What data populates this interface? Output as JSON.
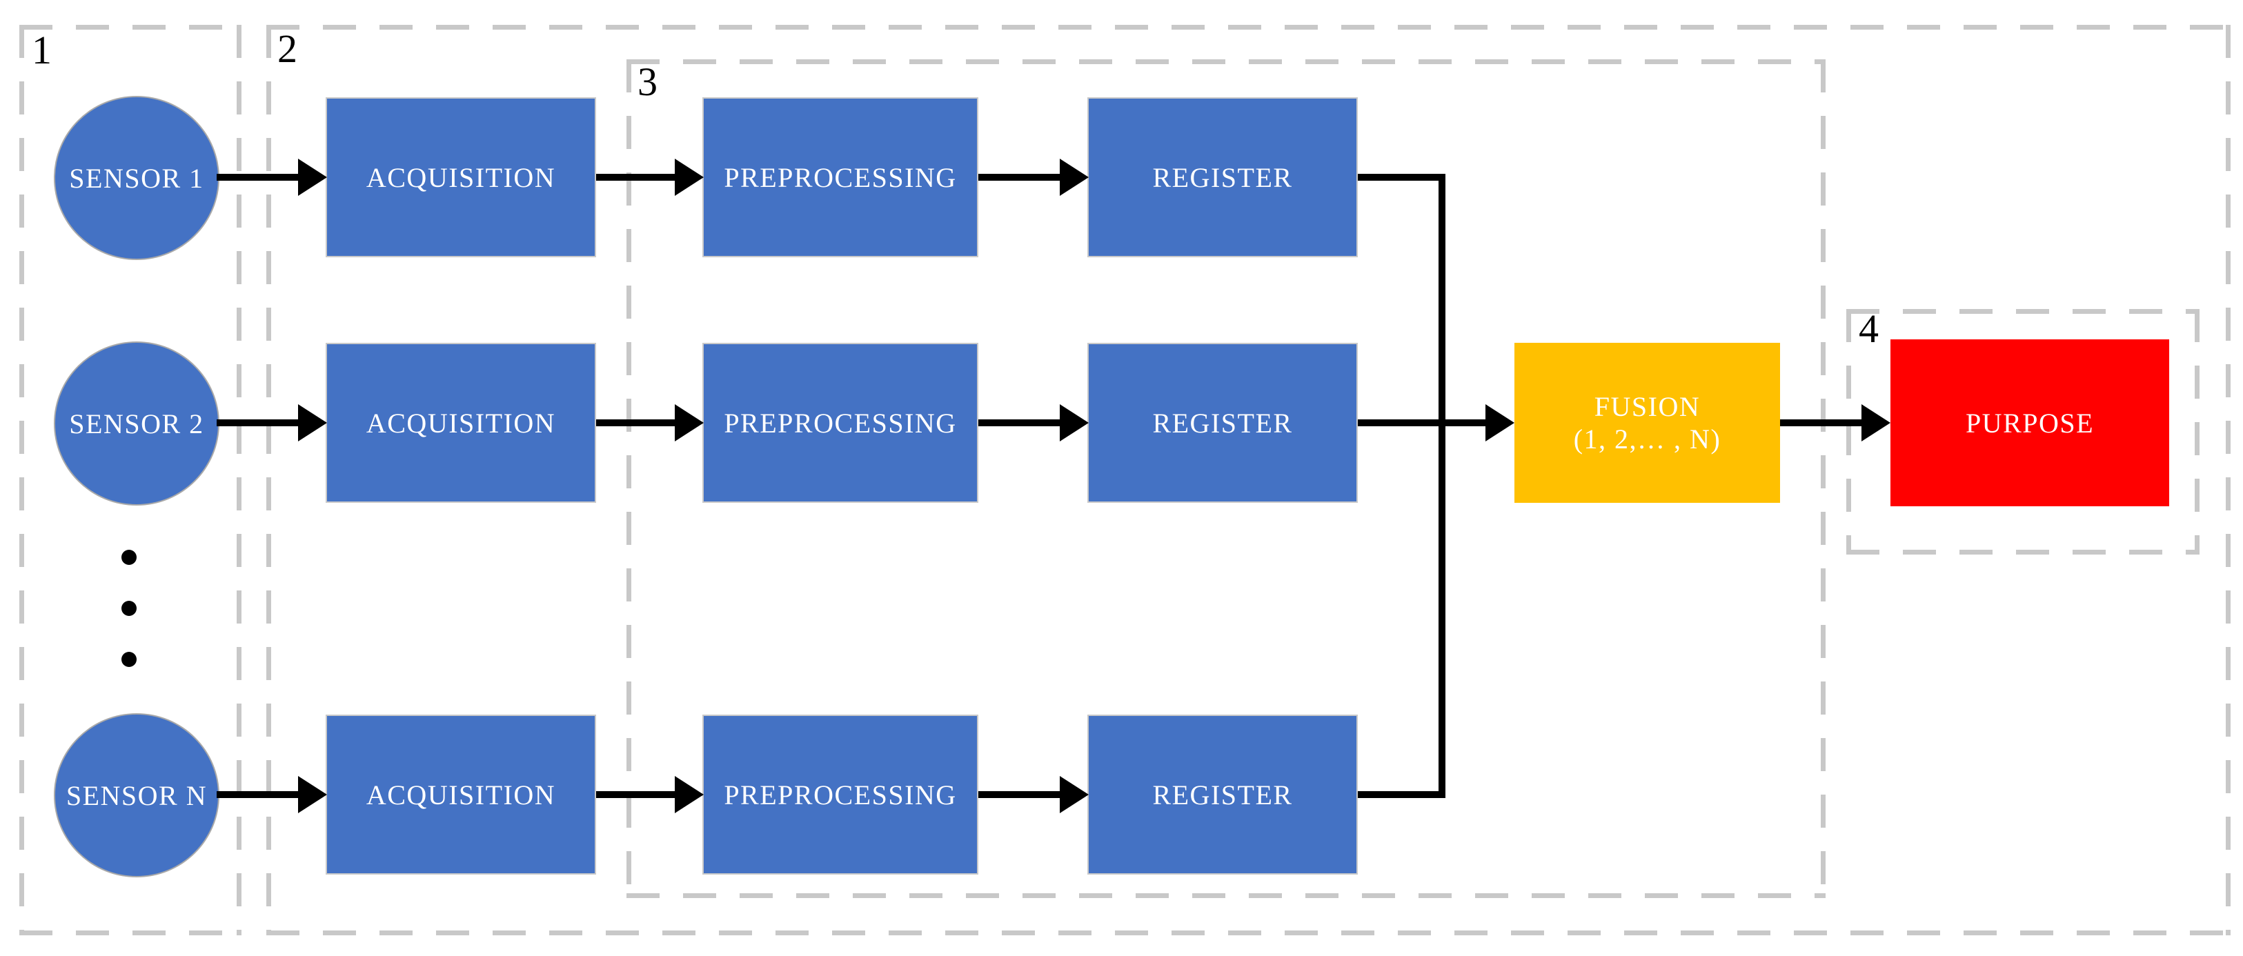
{
  "figure": {
    "regions": [
      {
        "label": "1"
      },
      {
        "label": "2"
      },
      {
        "label": "3"
      },
      {
        "label": "4"
      }
    ],
    "rows": [
      {
        "sensor": "SENSOR 1",
        "acquisition": "ACQUISITION",
        "preprocessing": "PREPROCESSING",
        "register": "REGISTER"
      },
      {
        "sensor": "SENSOR 2",
        "acquisition": "ACQUISITION",
        "preprocessing": "PREPROCESSING",
        "register": "REGISTER"
      },
      {
        "sensor": "SENSOR N",
        "acquisition": "ACQUISITION",
        "preprocessing": "PREPROCESSING",
        "register": "REGISTER"
      }
    ],
    "fusion": {
      "line1": "FUSION",
      "line2": "(1, 2,… , N)"
    },
    "purpose": {
      "label": "PURPOSE"
    },
    "colors": {
      "node_blue": "#4472C4",
      "fusion_gold": "#FFC000",
      "purpose_red": "#FF0000",
      "dashed_border_gray": "#C8C8C8",
      "arrow_black": "#000000",
      "node_text_white": "#FFFFFF",
      "region_label_black": "#000000",
      "background_white": "#FFFFFF"
    }
  }
}
